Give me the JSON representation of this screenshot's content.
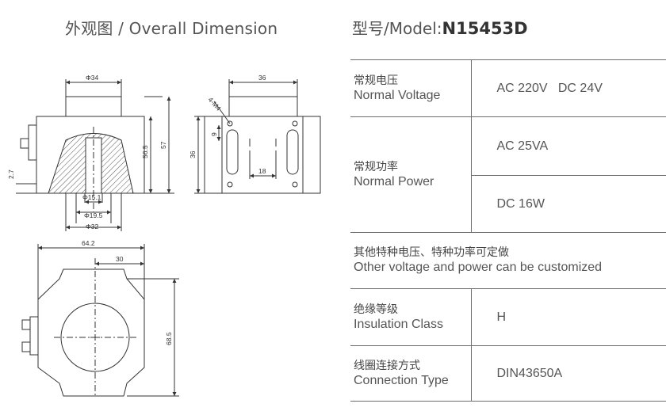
{
  "header": {
    "left_title": "外观图 / Overall Dimension",
    "model_prefix": "型号/Model:",
    "model_code": "N15453D"
  },
  "dimensions": {
    "top_diameter": "Φ34",
    "height_inner": "56.5",
    "height_outer": "57",
    "left_offset": "2.7",
    "d1": "Φ15.1",
    "d2": "Φ19.5",
    "d3": "Φ32",
    "side_width": "36",
    "thread": "4-M4",
    "side_gap": "9",
    "side_height": "36",
    "side_spacing": "18",
    "bottom_width": "64.2",
    "bottom_center": "30",
    "bottom_height": "68.5"
  },
  "specs": {
    "voltage": {
      "cn": "常规电压",
      "en": "Normal Voltage",
      "value": "AC 220V   DC 24V"
    },
    "power": {
      "cn": "常规功率",
      "en": "Normal Power",
      "value_ac": "AC 25VA",
      "value_dc": "DC 16W"
    },
    "other": {
      "cn": "其他特种电压、特种功率可定做",
      "en": "Other voltage and power can be customized"
    },
    "insulation": {
      "cn": "绝缘等级",
      "en": "Insulation Class",
      "value": "H"
    },
    "connection": {
      "cn": "线圈连接方式",
      "en": "Connection Type",
      "value": "DIN43650A"
    }
  },
  "colors": {
    "line": "#333333",
    "hatch": "#555555",
    "table_rule": "#6d6d6d",
    "text": "#555555"
  }
}
